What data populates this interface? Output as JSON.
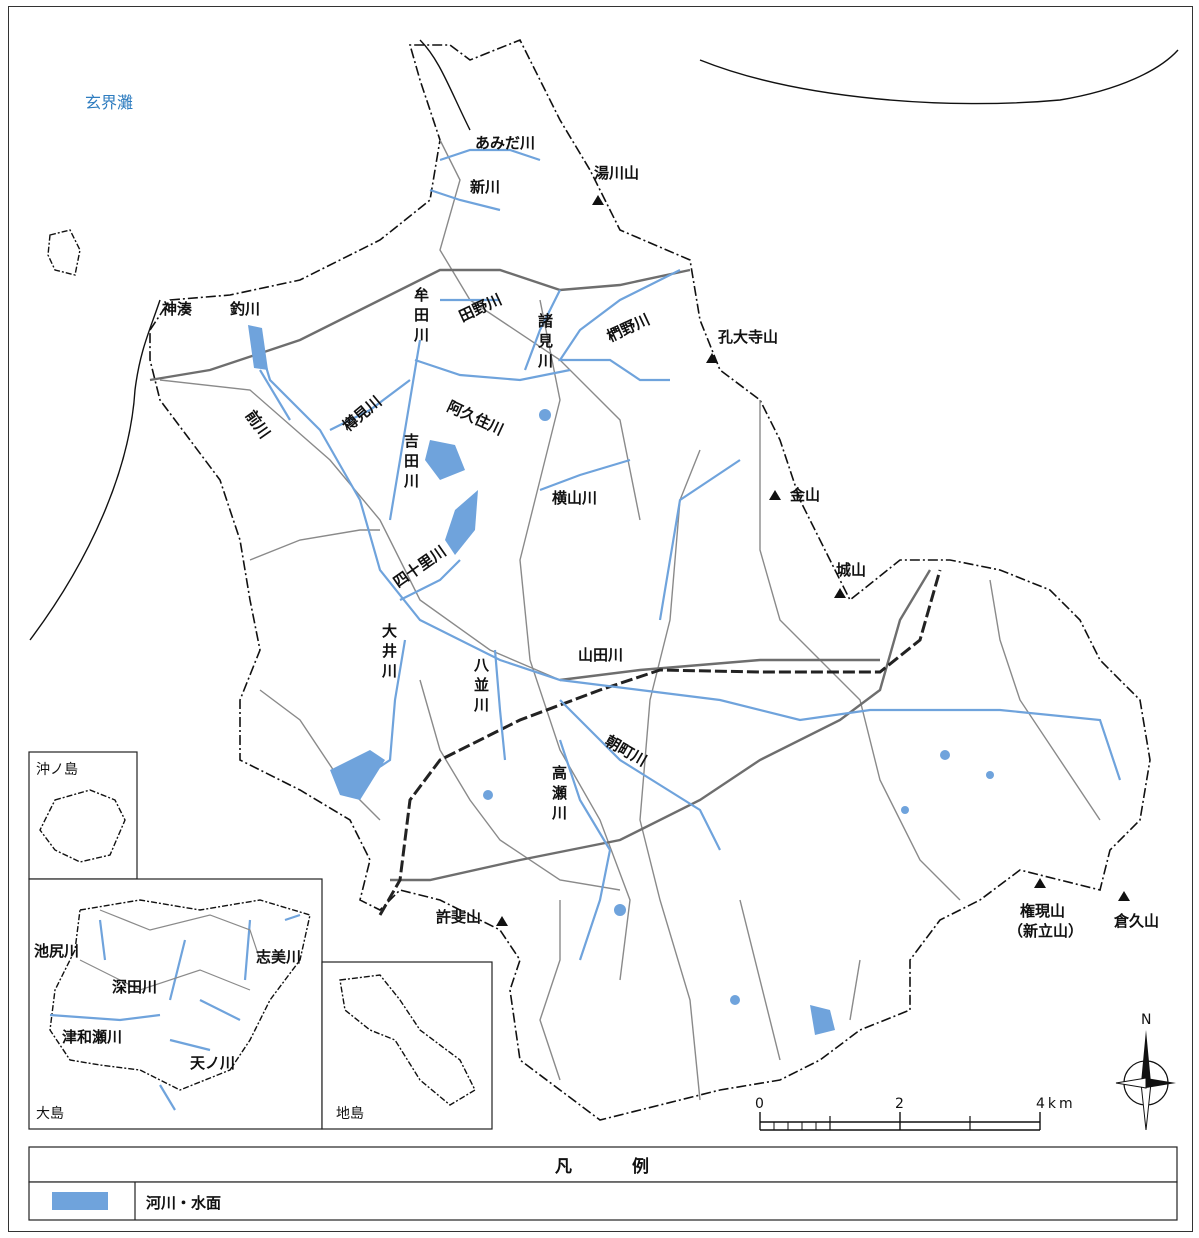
{
  "sea_name": "玄界灘",
  "rivers": {
    "amida": "あみだ川",
    "shin": "新川",
    "tsuri": "釣川",
    "mae": "前川",
    "taru_mi": "樽見川",
    "mu_ta_1": "牟",
    "mu_ta_2": "田",
    "mu_ta_3": "川",
    "tano": "田野川",
    "moro_1": "諸",
    "moro_2": "見",
    "moro_3": "川",
    "mukuno": "椚野川",
    "akuzumi": "阿久住川",
    "yoshi_1": "吉",
    "yoshi_2": "田",
    "yoshi_3": "川",
    "yokoyama": "横山川",
    "shijuuri": "四十里川",
    "oi_1": "大",
    "oi_2": "井",
    "oi_3": "川",
    "yana_1": "八",
    "yana_2": "並",
    "yana_3": "川",
    "yamada": "山田川",
    "asamachi": "朝町川",
    "taka_1": "高",
    "taka_2": "瀬",
    "taka_3": "川",
    "ikejiri": "池尻川",
    "fukagu": "深田川",
    "shimi": "志美川",
    "tsuwase": "津和瀬川",
    "amano": "天ノ川"
  },
  "places": {
    "kamiminato": "神湊"
  },
  "mountains": {
    "yugawa": "湯川山",
    "kodaiji": "孔大寺山",
    "kane": "金山",
    "jo": "城山",
    "kehi": "許斐山",
    "gongen": "権現山",
    "gongen_sub": "（新立山）",
    "kuraku": "倉久山"
  },
  "insets": {
    "okinoshima": "沖ノ島",
    "oshima": "大島",
    "jinoshima": "地島"
  },
  "scale": {
    "t0": "0",
    "t2": "2",
    "t4": "4km"
  },
  "north": "N",
  "legend": {
    "title": "凡例",
    "item_label": "河川・水面",
    "river_color": "#6fa3dc"
  },
  "colors": {
    "river": "#6fa3dc",
    "road": "#8a8a8a",
    "highway": "#6e6e6e",
    "boundary": "#111111"
  }
}
